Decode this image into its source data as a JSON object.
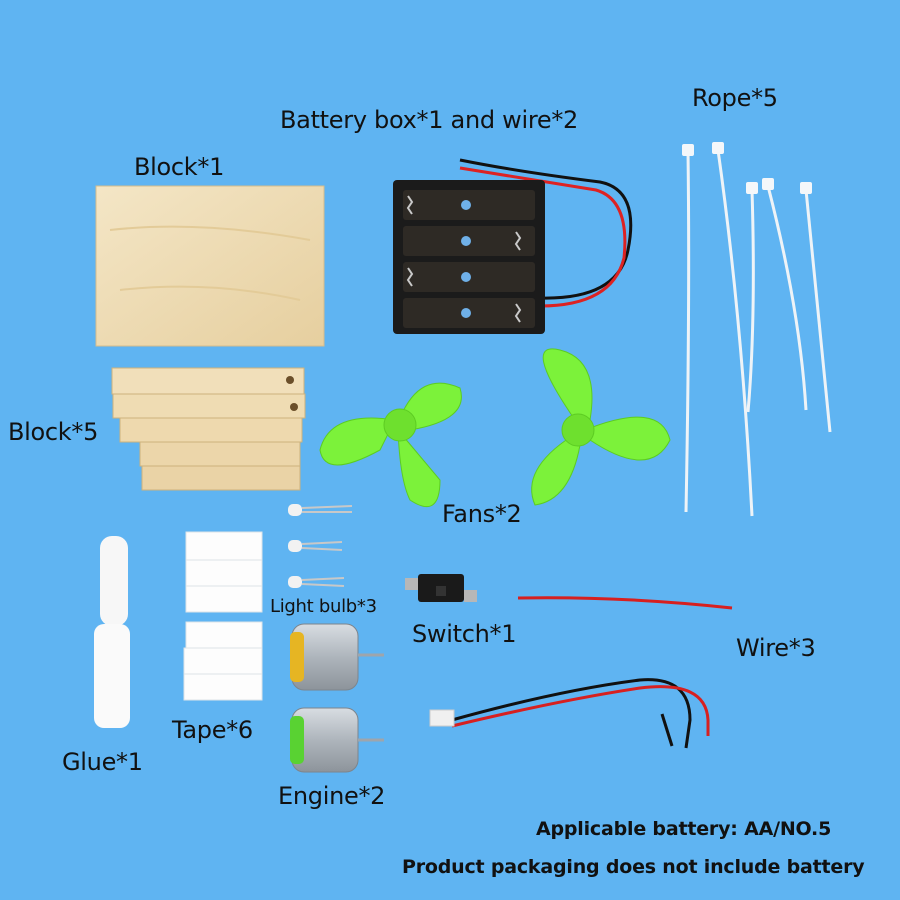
{
  "labels": {
    "battery_box": "Battery box*1 and wire*2",
    "rope": "Rope*5",
    "block1": "Block*1",
    "block5": "Block*5",
    "fans": "Fans*2",
    "light_bulb": "Light bulb*3",
    "switch": "Switch*1",
    "wire": "Wire*3",
    "glue": "Glue*1",
    "tape": "Tape*6",
    "engine": "Engine*2"
  },
  "notes": {
    "battery": "Applicable battery: AA/NO.5",
    "packaging": "Product packaging does not include battery"
  },
  "colors": {
    "background": "#5fb4f2",
    "fan_green": "#7cf23a",
    "wood": "#efdcb4"
  }
}
